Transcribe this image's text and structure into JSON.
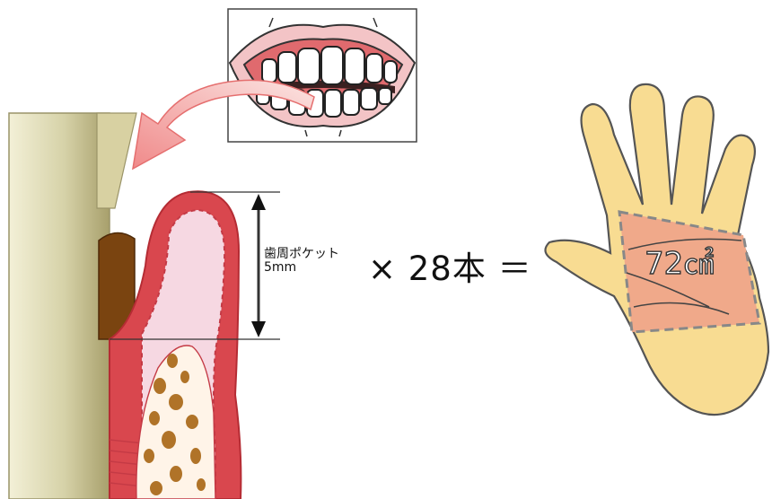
{
  "diagram": {
    "pocket_label": "歯周ポケット",
    "pocket_depth": "5mm",
    "multiplier": "× 28本 ＝",
    "area": "72㎠"
  },
  "colors": {
    "tooth_root": "#d3cfa4",
    "gum": "#d9474e",
    "gum_inner": "#f3d3df",
    "calculus": "#7a4410",
    "bone_spots": "#b07328",
    "hand_skin": "#f8dc92",
    "palm_overlay": "#f0a98a",
    "arrow": "#f2a8a8"
  },
  "icons": [
    "mouth-teeth-illustration",
    "curved-arrow-icon",
    "hand-illustration"
  ]
}
